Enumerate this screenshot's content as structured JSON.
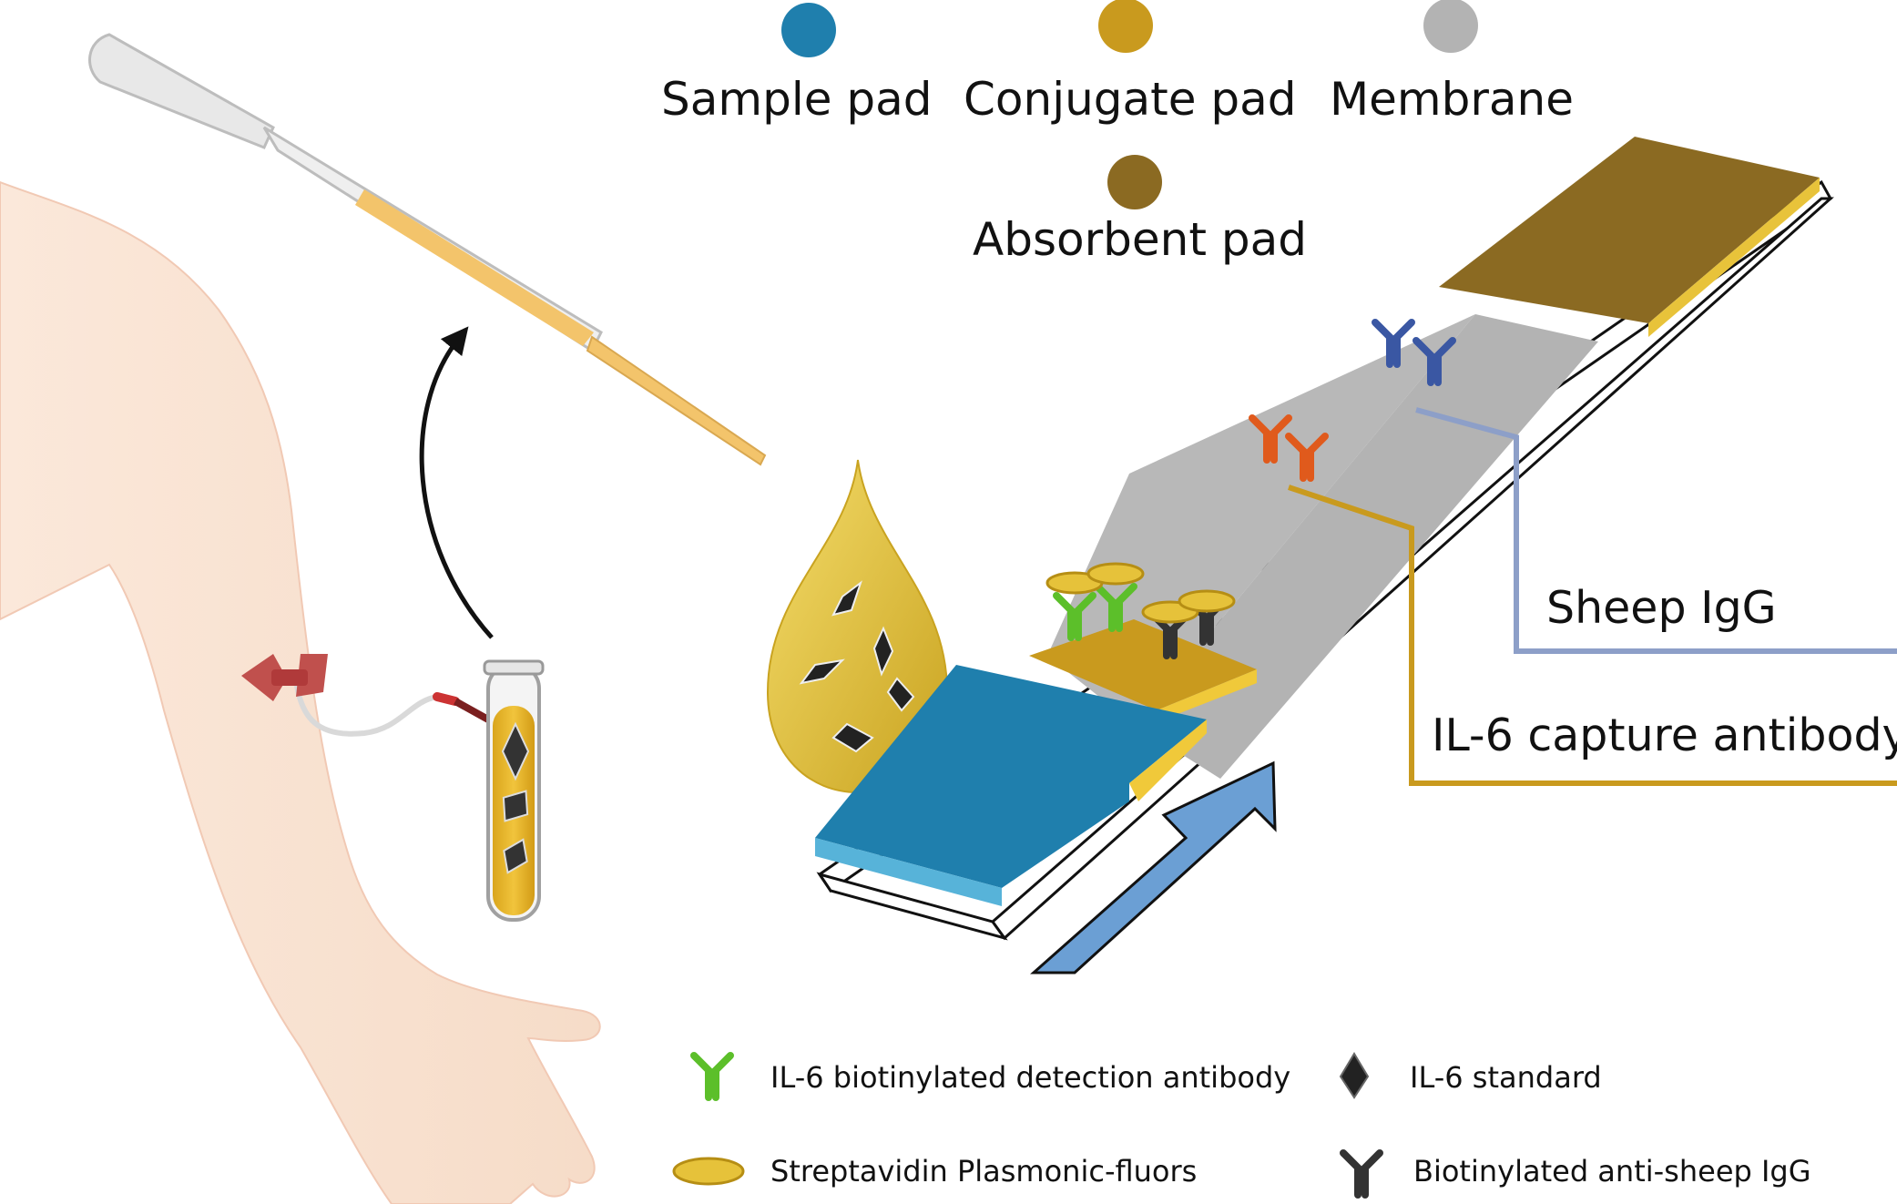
{
  "legend_top": {
    "sample_pad": {
      "label": "Sample pad",
      "color": "#1f7fad"
    },
    "conjugate_pad": {
      "label": "Conjugate pad",
      "color": "#c99a1e"
    },
    "membrane": {
      "label": "Membrane",
      "color": "#b3b3b3"
    },
    "absorbent_pad": {
      "label": "Absorbent pad",
      "color": "#8b6a22"
    }
  },
  "callouts": {
    "sheep_igg": {
      "label": "Sheep IgG",
      "color": "#8d9fc8"
    },
    "il6_capture": {
      "label": "IL-6 capture antibody",
      "color": "#c99a1e"
    }
  },
  "legend_bottom": {
    "detection_antibody": {
      "label": "IL-6 biotinylated detection antibody",
      "icon": "green-antibody-icon"
    },
    "il6_standard": {
      "label": "IL-6 standard",
      "icon": "diamond-icon"
    },
    "streptavidin": {
      "label": "Streptavidin Plasmonic-fluors",
      "icon": "plasmonic-fluor-icon"
    },
    "anti_sheep": {
      "label": "Biotinylated anti-sheep IgG",
      "icon": "black-antibody-icon"
    }
  },
  "colors": {
    "skin": "#f9e3d3",
    "sample_liquid": "#e6b52a",
    "flow_arrow": "#6b9fd4",
    "capture_antibody": "#e05a1c",
    "sheep_antibody": "#3a57a3",
    "detection_antibody": "#5cbf2a"
  }
}
